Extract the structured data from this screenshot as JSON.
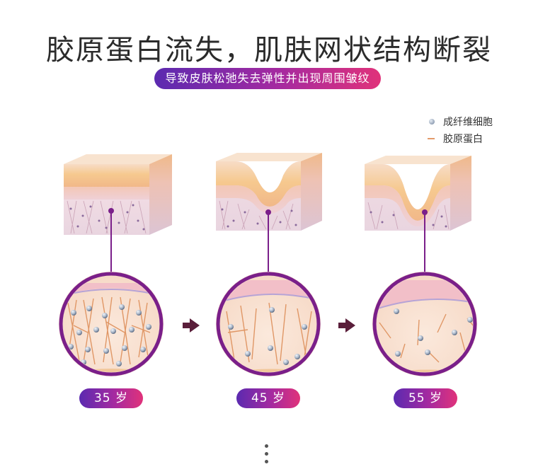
{
  "title": "胶原蛋白流失，肌肤网状结构断裂",
  "subtitle": "导致皮肤松弛失去弹性并出现周围皱纹",
  "legend": {
    "fibroblast_label": "成纤维细胞",
    "collagen_label": "胶原蛋白"
  },
  "stages": [
    {
      "age_label": "35 岁"
    },
    {
      "age_label": "45 岁"
    },
    {
      "age_label": "55 岁"
    }
  ],
  "colors": {
    "accent_start": "#5b2ab0",
    "accent_end": "#e0327a",
    "connector": "#7a1f8a",
    "arrow": "#5a1e3a",
    "collagen": "#e39a6a"
  },
  "icons": {
    "arrow": "right-arrow-icon",
    "more": "vertical-ellipsis-icon"
  }
}
